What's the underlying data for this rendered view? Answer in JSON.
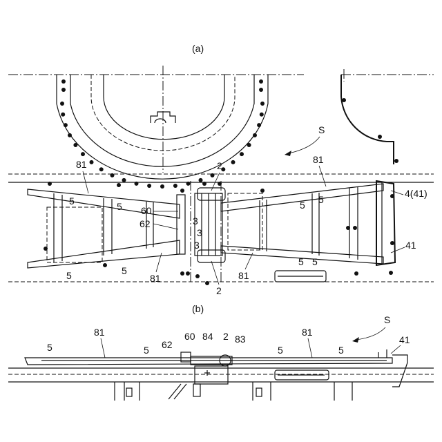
{
  "captions": {
    "a": "(a)",
    "b": "(b)"
  },
  "labels_a": {
    "s": "S",
    "l81_left": "81",
    "l81_right": "81",
    "l2_top": "2",
    "l2_bottom": "2",
    "l4": "4(41)",
    "l41": "41",
    "l5_a": "5",
    "l5_b": "5",
    "l5_c": "5",
    "l5_d": "5",
    "l5_e": "5",
    "l5_f": "5",
    "l5_g": "5",
    "l60": "60",
    "l62": "62",
    "l3_a": "3",
    "l3_b": "3",
    "l81_bl": "81",
    "l81_br": "81"
  },
  "labels_b": {
    "s": "S",
    "l81_left": "81",
    "l81_right": "81",
    "l5_a": "5",
    "l5_b": "5",
    "l5_c": "5",
    "l5_d": "5",
    "l62": "62",
    "l60": "60",
    "l84": "84",
    "l2": "2",
    "l83": "83",
    "l41": "41"
  }
}
